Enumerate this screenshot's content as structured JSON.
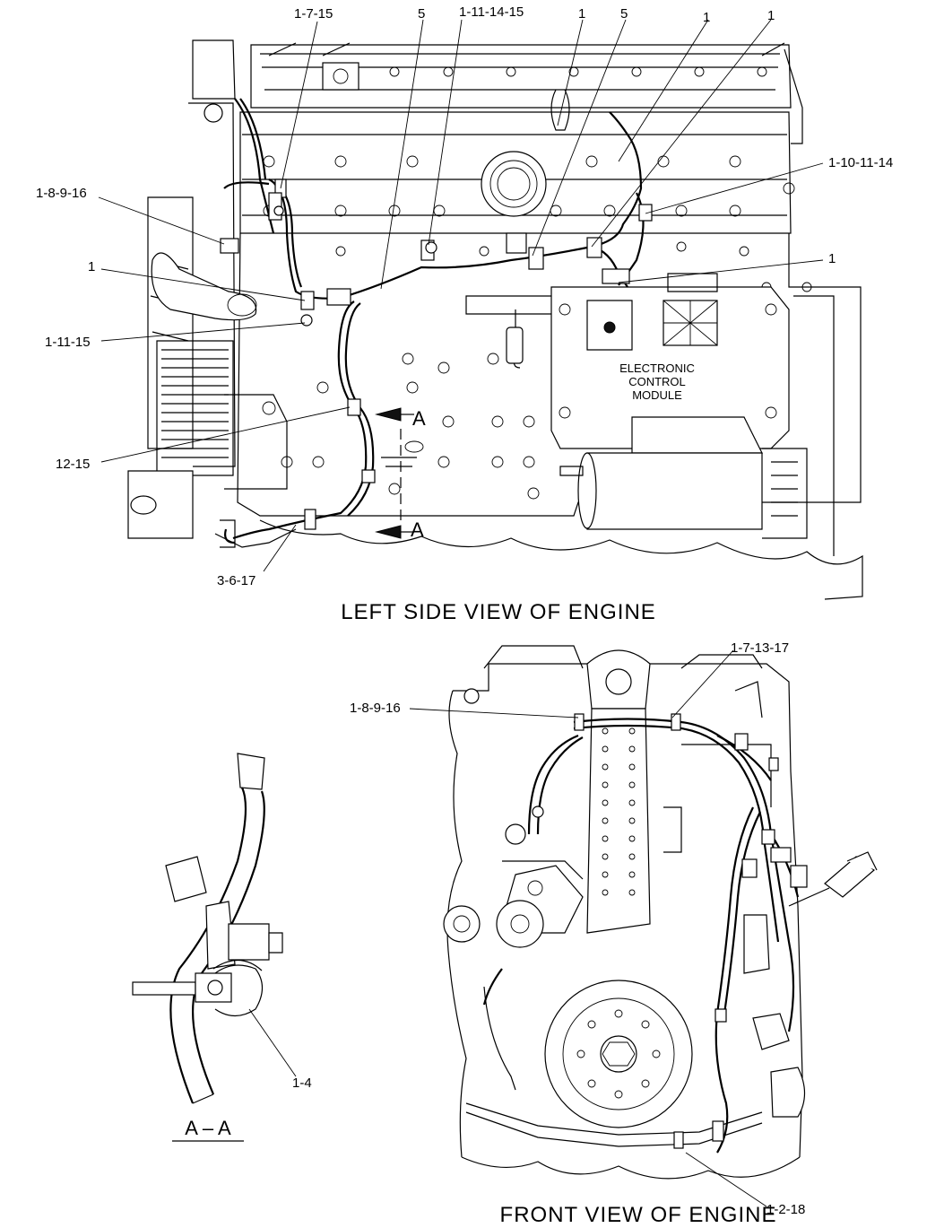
{
  "views": {
    "left": {
      "title": "LEFT SIDE VIEW OF ENGINE",
      "module_label": [
        "ELECTRONIC",
        "CONTROL",
        "MODULE"
      ],
      "section_marker": "A",
      "callouts": [
        {
          "id": "c-1-7-15",
          "text": "1-7-15"
        },
        {
          "id": "c-5a",
          "text": "5"
        },
        {
          "id": "c-1-11-14-15",
          "text": "1-11-14-15"
        },
        {
          "id": "c-1a",
          "text": "1"
        },
        {
          "id": "c-5b",
          "text": "5"
        },
        {
          "id": "c-1b",
          "text": "1"
        },
        {
          "id": "c-1c",
          "text": "1"
        },
        {
          "id": "c-1-10-11-14",
          "text": "1-10-11-14"
        },
        {
          "id": "c-1-8-9-16",
          "text": "1-8-9-16"
        },
        {
          "id": "c-1d",
          "text": "1"
        },
        {
          "id": "c-1e",
          "text": "1"
        },
        {
          "id": "c-1-11-15",
          "text": "1-11-15"
        },
        {
          "id": "c-12-15",
          "text": "12-15"
        },
        {
          "id": "c-3-6-17",
          "text": "3-6-17"
        }
      ]
    },
    "section": {
      "title": "A – A",
      "callouts": [
        {
          "id": "c-1-4",
          "text": "1-4"
        }
      ]
    },
    "front": {
      "title": "FRONT VIEW OF ENGINE",
      "callouts": [
        {
          "id": "c-1-7-13-17",
          "text": "1-7-13-17"
        },
        {
          "id": "c-f-1-8-9-16",
          "text": "1-8-9-16"
        },
        {
          "id": "c-1-2-18",
          "text": "1-2-18"
        }
      ]
    }
  }
}
